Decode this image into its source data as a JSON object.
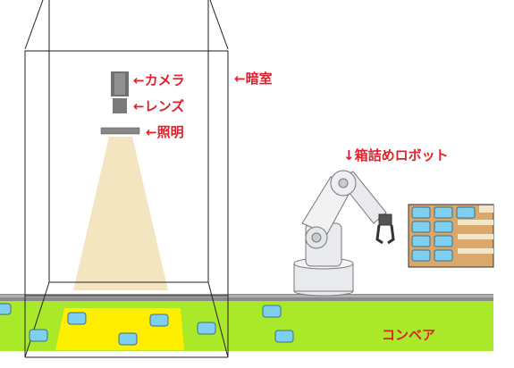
{
  "labels": {
    "camera": "←カメラ",
    "lens": "←レンズ",
    "light": "←照明",
    "darkroom": "←暗室",
    "robot": "↓箱詰めロボット",
    "conveyor": "コンベア"
  },
  "colors": {
    "label_red": "#e0202a",
    "conveyor_green": "#aae82a",
    "light_beam": "#f3e5bf",
    "spot_yellow": "#ffee00",
    "item_blue": "#7fd0f0",
    "box_brown": "#d9a86a",
    "robot_gray": "#e8eaed"
  }
}
